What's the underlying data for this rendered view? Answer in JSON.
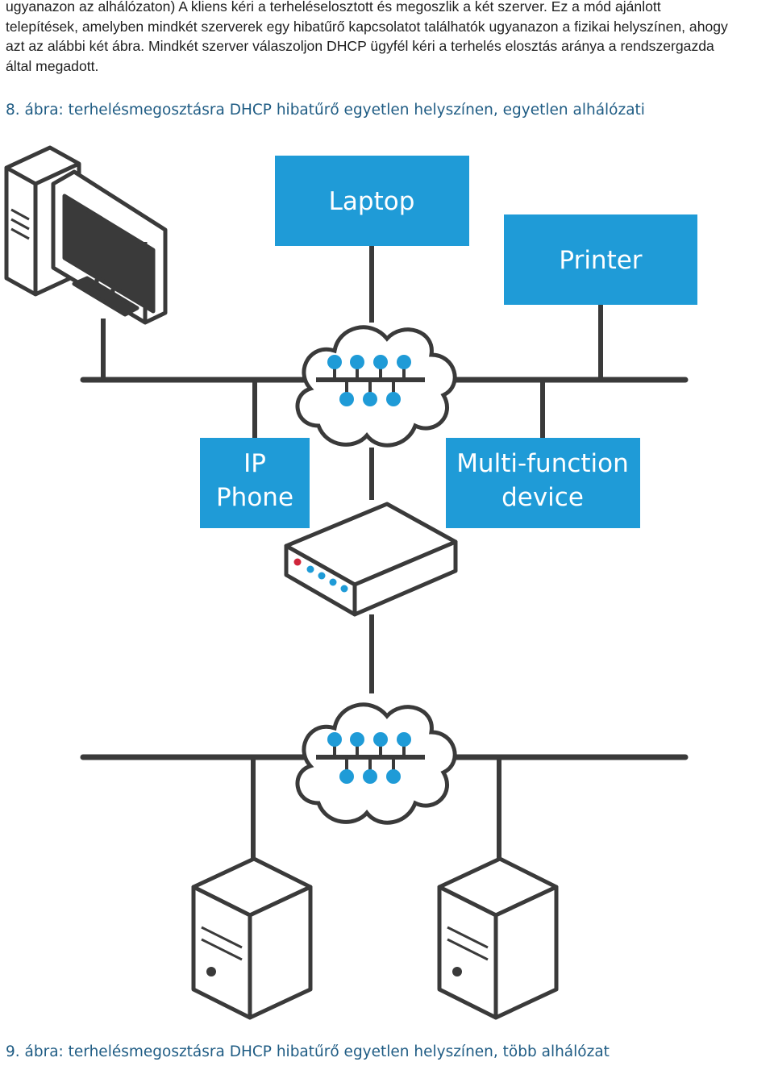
{
  "document": {
    "paragraph_lines": [
      "ugyanazon az alhálózaton) A kliens kéri a terheléselosztott és megoszlik a két szerver. Ez a mód ajánlott",
      "telepítések, amelyben mindkét szerverek egy hibatűrő kapcsolatot találhatók ugyanazon a fizikai helyszínen, ahogy",
      "azt az alábbi két ábra. Mindkét szerver válaszoljon DHCP ügyfél kéri a terhelés elosztás aránya a rendszergazda",
      "által megadott."
    ],
    "figure8_caption": "8. ábra: terhelésmegosztásra DHCP hibatűrő egyetlen helyszínen, egyetlen alhálózati",
    "figure9_caption": "9. ábra: terhelésmegosztásra DHCP hibatűrő egyetlen helyszínen, több alhálózat"
  },
  "diagram": {
    "labels": {
      "laptop": "Laptop",
      "printer": "Printer",
      "ip_phone_line1": "IP",
      "ip_phone_line2": "Phone",
      "mfd_line1": "Multi-function",
      "mfd_line2": "device"
    },
    "icons": [
      "desktop-computer-icon",
      "network-cloud-icon",
      "router-icon",
      "server-tower-icon"
    ],
    "colors": {
      "device_box": "#1f9bd7",
      "lines": "#3a3a3a",
      "node_dots": "#1f9bd7"
    }
  }
}
